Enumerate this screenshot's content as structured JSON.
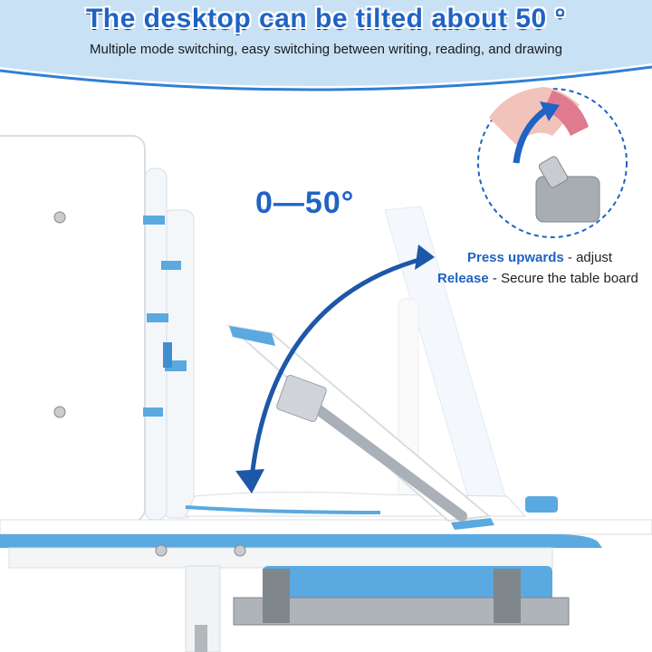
{
  "header": {
    "title": "The desktop can be tilted about 50 °",
    "subtitle": "Multiple mode switching, easy switching between writing, reading, and drawing"
  },
  "angle": {
    "range_label": "0—50°"
  },
  "instructions": [
    {
      "action": "Press upwards",
      "separator": " - ",
      "result": "adjust"
    },
    {
      "action": "Release",
      "separator": " - ",
      "result": "Secure the table board"
    }
  ],
  "colors": {
    "brand_blue": "#1f63c4",
    "header_blue": "#c9e1f5",
    "desk_blue": "#5aa9e0"
  }
}
